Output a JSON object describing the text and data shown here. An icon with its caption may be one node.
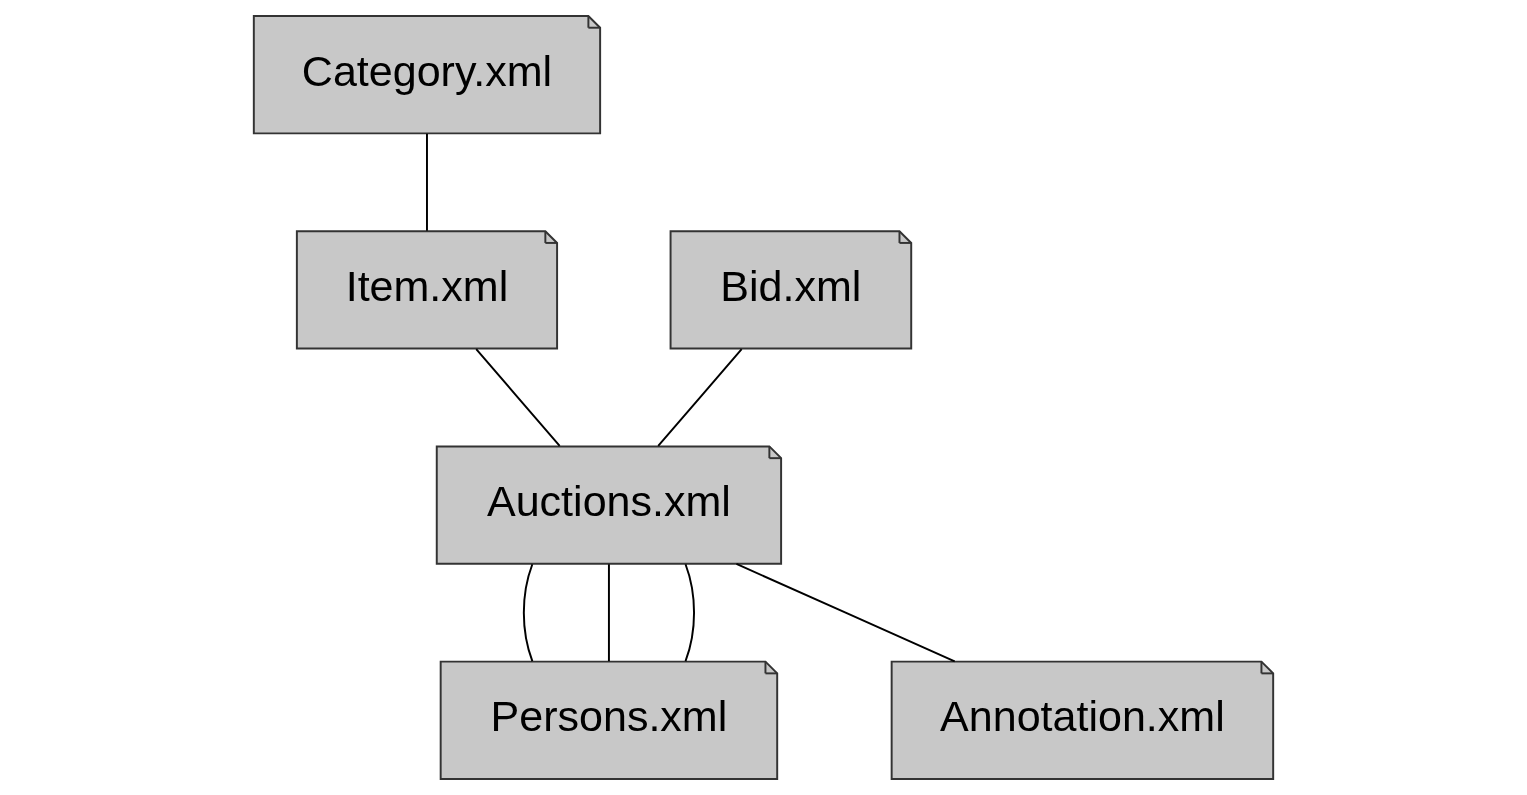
{
  "diagram": {
    "nodes": [
      {
        "text": [
          "Category.xml"
        ]
      },
      {
        "text": [
          "Item.xml"
        ]
      },
      {
        "text": [
          "Bid.xml"
        ]
      },
      {
        "text": [
          "Auctions.xml"
        ]
      },
      {
        "text": [
          "Persons.xml"
        ]
      },
      {
        "text": [
          "Annotation.xml"
        ]
      }
    ],
    "edges": [
      {
        "from": 0,
        "to": 1,
        "arrow": "none"
      },
      {
        "from": 1,
        "to": 3,
        "arrow": "none"
      },
      {
        "from": 2,
        "to": 3,
        "arrow": "none"
      },
      {
        "from": 3,
        "to": 4,
        "arrow": "none"
      },
      {
        "from": 3,
        "to": 4,
        "arrow": "none"
      },
      {
        "from": 3,
        "to": 4,
        "arrow": "none"
      },
      {
        "from": 3,
        "to": 5,
        "arrow": "none"
      }
    ]
  }
}
